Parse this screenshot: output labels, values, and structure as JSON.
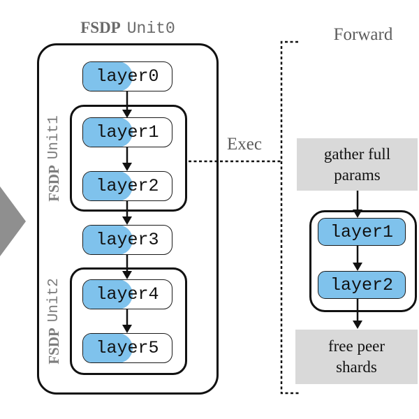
{
  "diagram": {
    "left": {
      "title": {
        "prefix": "FSDP",
        "suffix": "Unit0"
      },
      "unit1_label": {
        "prefix": "FSDP",
        "suffix": "Unit1"
      },
      "unit2_label": {
        "prefix": "FSDP",
        "suffix": "Unit2"
      },
      "layers": [
        "layer0",
        "layer1",
        "layer2",
        "layer3",
        "layer4",
        "layer5"
      ]
    },
    "right": {
      "forward_label": "Forward",
      "exec_label": "Exec",
      "gather_box": {
        "line1": "gather full",
        "line2": "params"
      },
      "layers": [
        "layer1",
        "layer2"
      ],
      "free_box": {
        "line1": "free peer",
        "line2": "shards"
      }
    },
    "colors": {
      "layer_blue": "#7FC2EC",
      "op_box_gray": "#D9D9D9",
      "unit_label_gray": "#7D7D7D",
      "annotation_gray": "#5C5C5C",
      "big_arrow_gray": "#8F8F8F",
      "line_black": "#111111"
    }
  }
}
